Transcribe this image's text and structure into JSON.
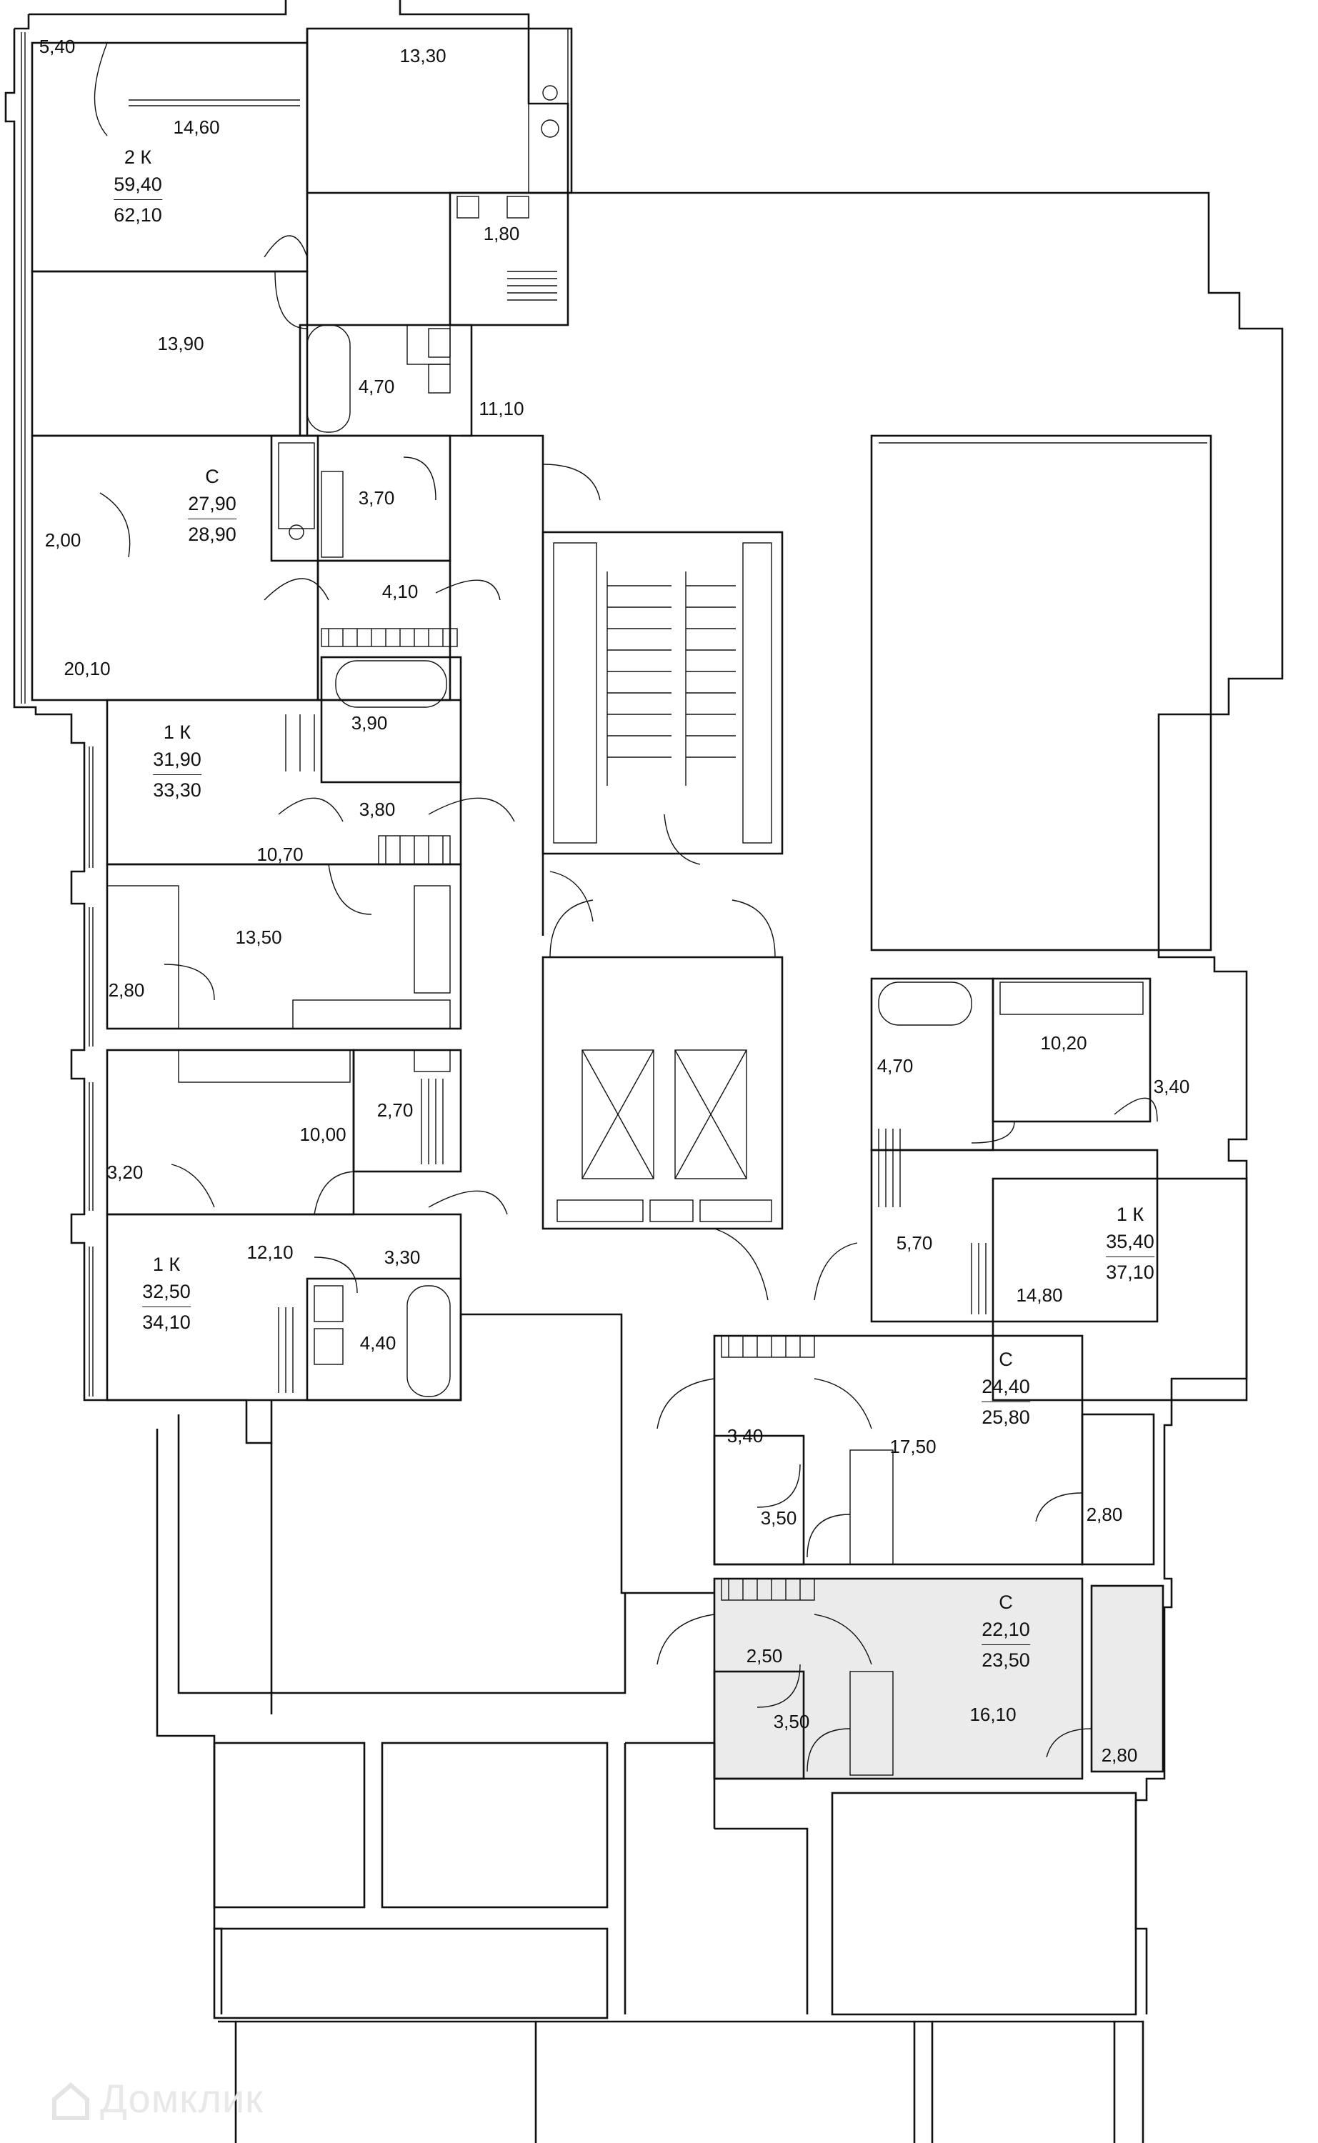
{
  "units": [
    {
      "id": "u1",
      "type": "2 К",
      "living": "59,40",
      "total": "62,10"
    },
    {
      "id": "u2",
      "type": "С",
      "living": "27,90",
      "total": "28,90"
    },
    {
      "id": "u3",
      "type": "1 К",
      "living": "31,90",
      "total": "33,30"
    },
    {
      "id": "u4",
      "type": "1 К",
      "living": "32,50",
      "total": "34,10"
    },
    {
      "id": "u5",
      "type": "1 К",
      "living": "35,40",
      "total": "37,10"
    },
    {
      "id": "u6",
      "type": "С",
      "living": "24,40",
      "total": "25,80"
    },
    {
      "id": "u7",
      "type": "С",
      "living": "22,10",
      "total": "23,50",
      "highlighted": true
    }
  ],
  "rooms": [
    "5,40",
    "13,30",
    "14,60",
    "1,80",
    "13,90",
    "4,70",
    "11,10",
    "3,70",
    "2,00",
    "4,10",
    "20,10",
    "3,90",
    "3,80",
    "10,70",
    "13,50",
    "2,80",
    "2,70",
    "10,00",
    "3,20",
    "12,10",
    "3,30",
    "4,40",
    "4,70",
    "10,20",
    "3,40",
    "5,70",
    "14,80",
    "3,40",
    "17,50",
    "3,50",
    "2,80",
    "2,50",
    "3,50",
    "16,10",
    "2,80"
  ],
  "watermark": "Домклик",
  "colors": {
    "highlight": "#ebebeb",
    "lines": "#111111"
  }
}
